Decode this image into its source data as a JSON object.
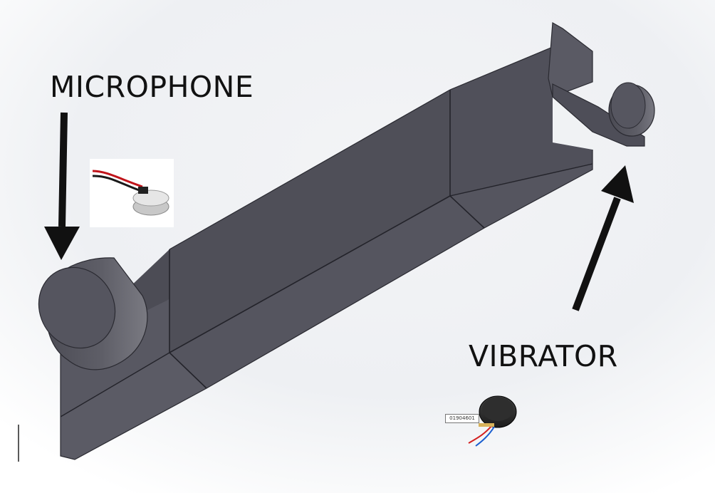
{
  "labels": {
    "microphone": "MICROPHONE",
    "vibrator": "VIBRATOR"
  },
  "vibrator_part_tag": "01904601",
  "colors": {
    "body_front": "#52525c",
    "body_top": "#4b4b54",
    "body_end": "#5a5a63",
    "seam": "#23232a",
    "arrow": "#111111",
    "background": "#f2f3f5"
  },
  "icons": {
    "microphone_arrow": "arrow-down-icon",
    "vibrator_arrow": "arrow-up-right-icon"
  }
}
